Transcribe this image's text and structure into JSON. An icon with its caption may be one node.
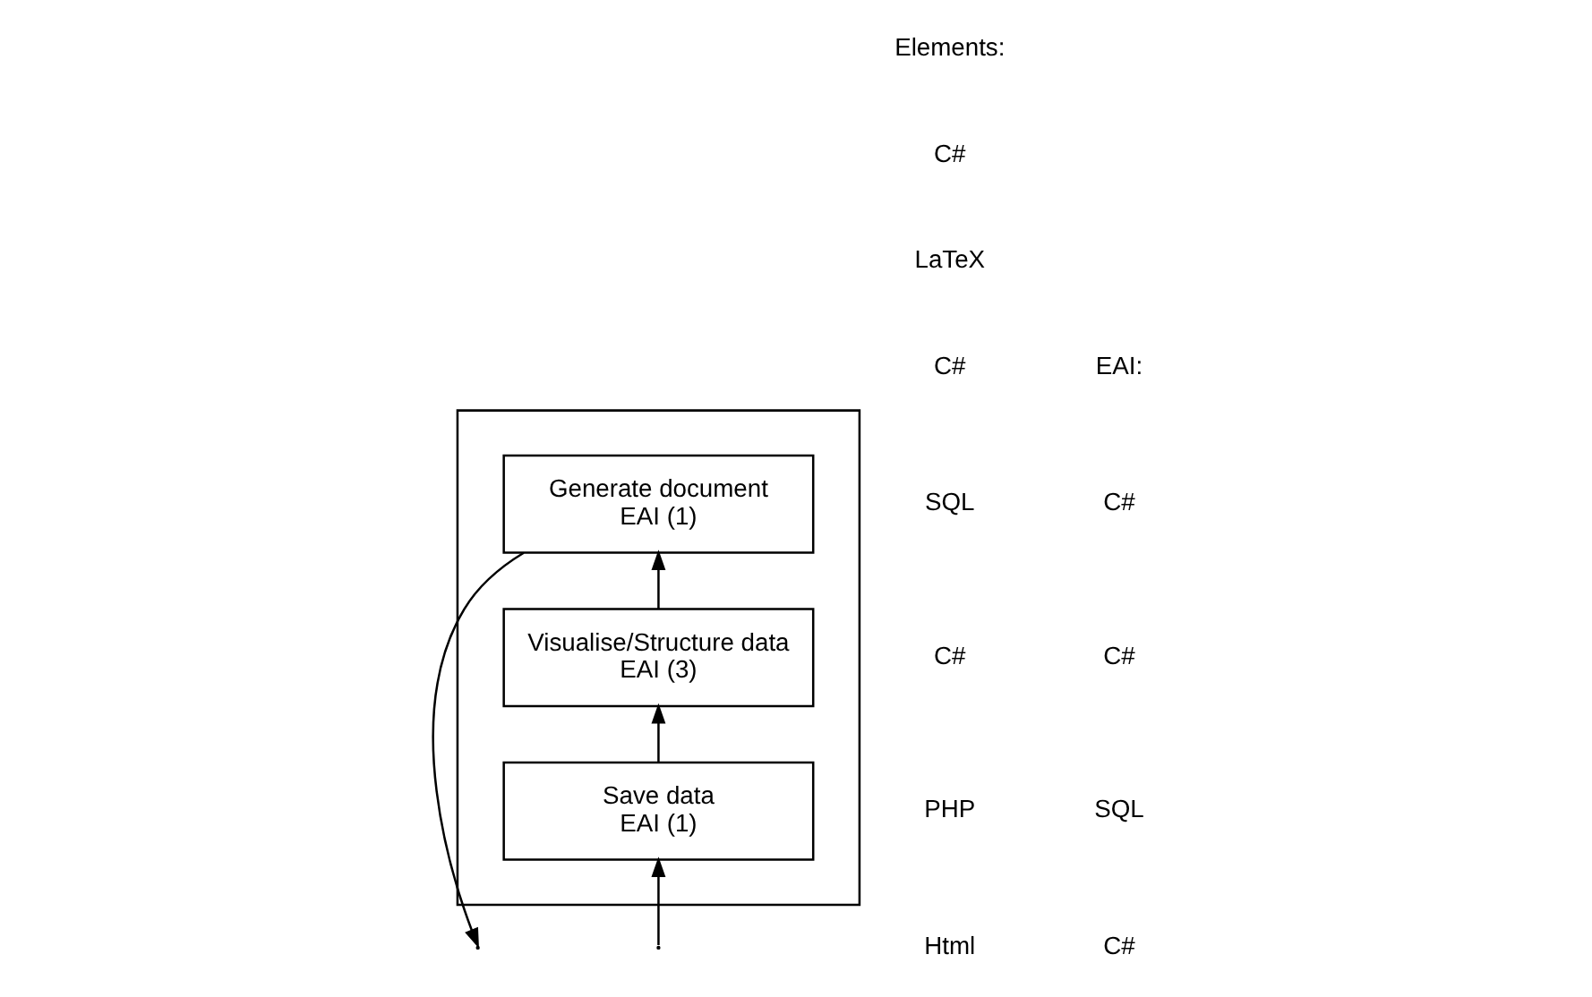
{
  "diagram": {
    "nodes": [
      {
        "text": [],
        "shape": "box"
      },
      {
        "text": [
          "Generate document",
          "EAI (1)"
        ],
        "in": 0
      },
      {
        "text": [
          "Visualise/Structure data",
          "EAI (3)"
        ],
        "in": 0
      },
      {
        "text": [
          "Save data",
          "EAI (1)"
        ],
        "in": 0
      }
    ],
    "edges": [
      {
        "from": null,
        "to": 3,
        "arrow": "to"
      },
      {
        "from": 3,
        "to": 2,
        "arrow": "to"
      },
      {
        "from": 2,
        "to": 1,
        "arrow": "to"
      },
      {
        "from": 1,
        "to": null,
        "arrow": "to"
      }
    ],
    "labels": [
      "Elements:",
      "C#",
      "LaTeX",
      "C#",
      "SQL",
      "C#",
      "PHP",
      "Html",
      "EAI:",
      "C#",
      "C#",
      "SQL",
      "C#"
    ]
  }
}
